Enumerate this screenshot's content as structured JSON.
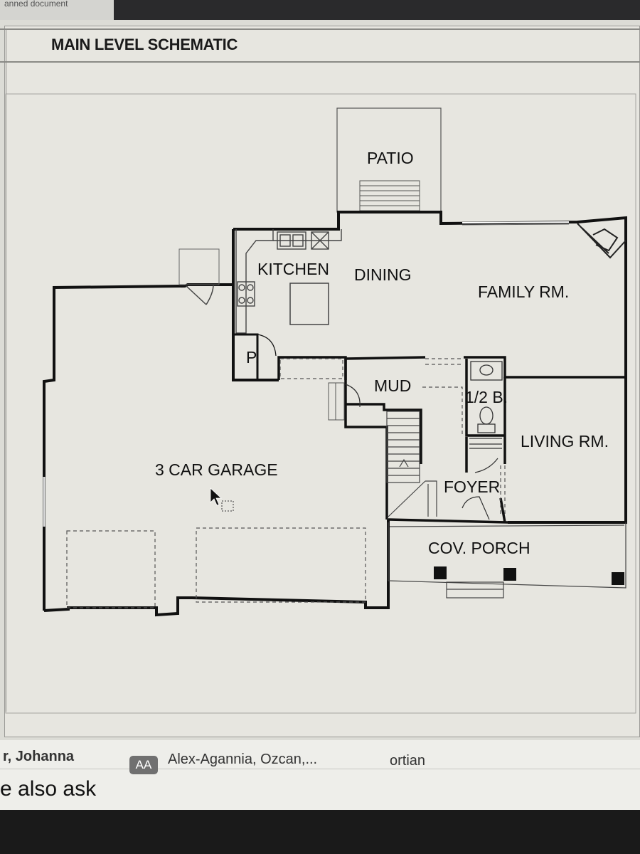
{
  "browser": {
    "tab_fragment": "anned document"
  },
  "sheet": {
    "title": "MAIN LEVEL SCHEMATIC"
  },
  "rooms": {
    "patio": "PATIO",
    "kitchen": "KITCHEN",
    "dining": "DINING",
    "family": "FAMILY RM.",
    "pantry": "P.",
    "mud": "MUD",
    "half_bath": "1/2 B.",
    "living": "LIVING RM.",
    "garage": "3 CAR GARAGE",
    "foyer": "FOYER",
    "porch": "COV. PORCH"
  },
  "page_below": {
    "names_left": "r, Johanna",
    "badge": "AA",
    "names_middle": "Alex-Agannia, Ozcan,...",
    "names_right": "ortian",
    "also_ask": "e also ask"
  }
}
